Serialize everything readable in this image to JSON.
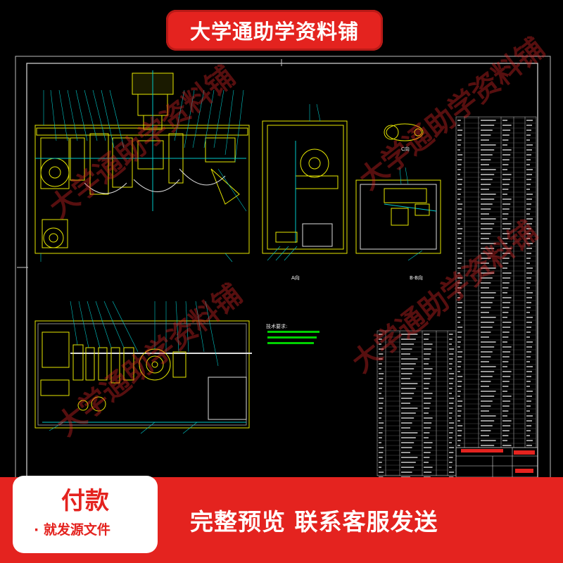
{
  "banner": {
    "title": "大学通助学资料铺"
  },
  "watermark": {
    "text": "大学通助学资料铺"
  },
  "bottom": {
    "pay_label": "付款",
    "pay_sub": "· 就发源文件",
    "preview": "完整预览  联系客服发送"
  },
  "drawing": {
    "tech_note_title": "技术要求:",
    "view_a": "A向",
    "view_b": "B-B向",
    "view_c": "C向"
  },
  "colors": {
    "accent": "#e4231f",
    "cad_yellow": "#e6e600",
    "cad_cyan": "#00c8c8",
    "cad_green": "#00d000"
  }
}
